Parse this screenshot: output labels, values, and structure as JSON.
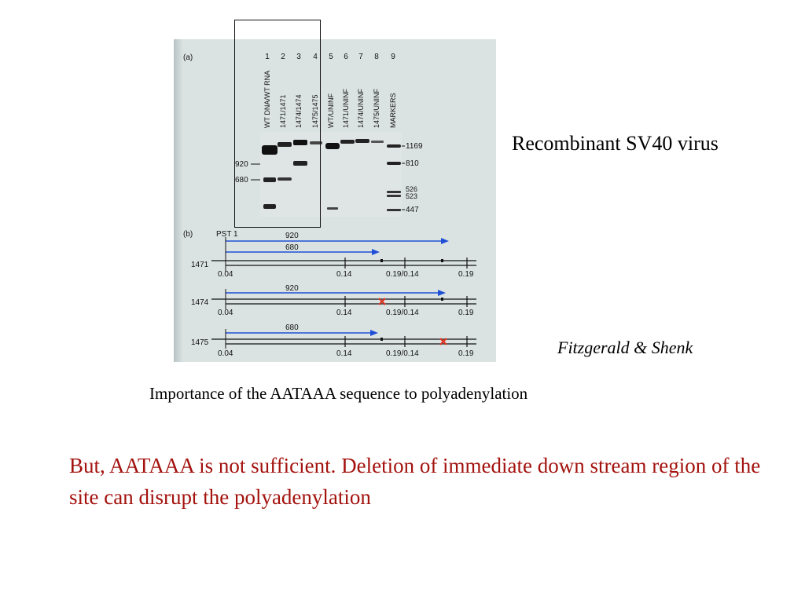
{
  "slide": {
    "title_right": "Recombinant SV40 virus",
    "citation": "Fitzgerald & Shenk",
    "caption": "Importance of the AATAAA sequence to polyadenylation",
    "body": "But, AATAAA is not sufficient. Deletion of immediate down stream region of the site can disrupt the polyadenylation"
  },
  "figure": {
    "panel_a_label": "(a)",
    "panel_b_label": "(b)",
    "lane_numbers": [
      "1",
      "2",
      "3",
      "4",
      "5",
      "6",
      "7",
      "8",
      "9"
    ],
    "lane_names": [
      "WT DNA/WT RNA",
      "1471/1471",
      "1474/1474",
      "1475/1475",
      "WT/UNINF",
      "1471/UNINF",
      "1474/UNINF",
      "1475/UNINF",
      "MARKERS"
    ],
    "left_markers": [
      "920",
      "680"
    ],
    "right_markers": [
      "1169",
      "810",
      "526",
      "523",
      "447"
    ],
    "pst_label": "PST 1",
    "maps": [
      {
        "name": "1471",
        "arrows": [
          "920",
          "680"
        ],
        "positions": [
          "0.04",
          "0.14",
          "0.19/0.14",
          "0.19"
        ]
      },
      {
        "name": "1474",
        "arrows": [
          "920"
        ],
        "positions": [
          "0.04",
          "0.14",
          "0.19/0.14",
          "0.19"
        ]
      },
      {
        "name": "1475",
        "arrows": [
          "680"
        ],
        "positions": [
          "0.04",
          "0.14",
          "0.19/0.14",
          "0.19"
        ]
      }
    ],
    "colors": {
      "arrow": "#1f4fd6",
      "mutation": "#e0301e",
      "text_red": "#a3120e"
    }
  }
}
